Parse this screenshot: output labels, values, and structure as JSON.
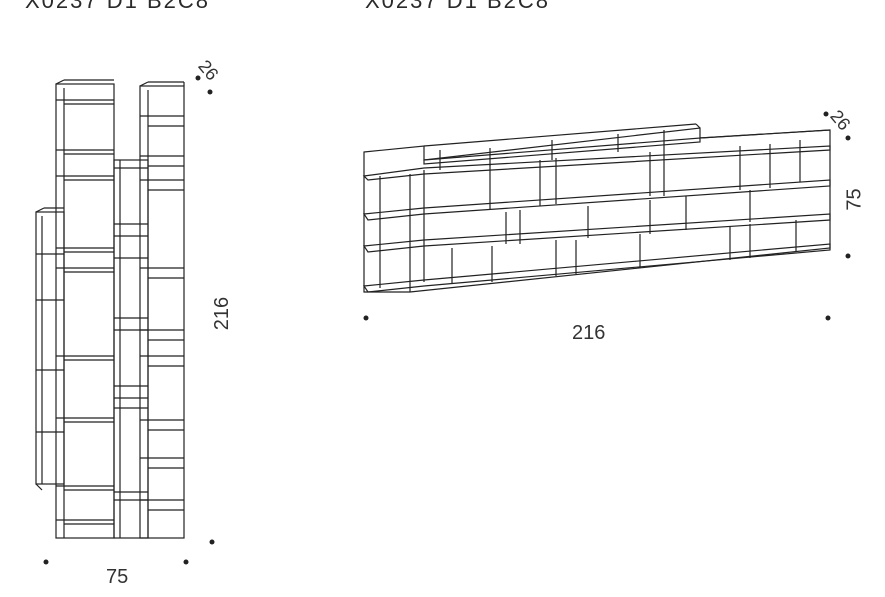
{
  "labels": {
    "code_vertical": "X0237 D1 B2C8",
    "code_horizontal": "X0237 D1 B2C8"
  },
  "vertical_unit": {
    "width": "75",
    "height": "216",
    "depth": "26"
  },
  "horizontal_unit": {
    "width": "216",
    "height": "75",
    "depth": "26"
  }
}
